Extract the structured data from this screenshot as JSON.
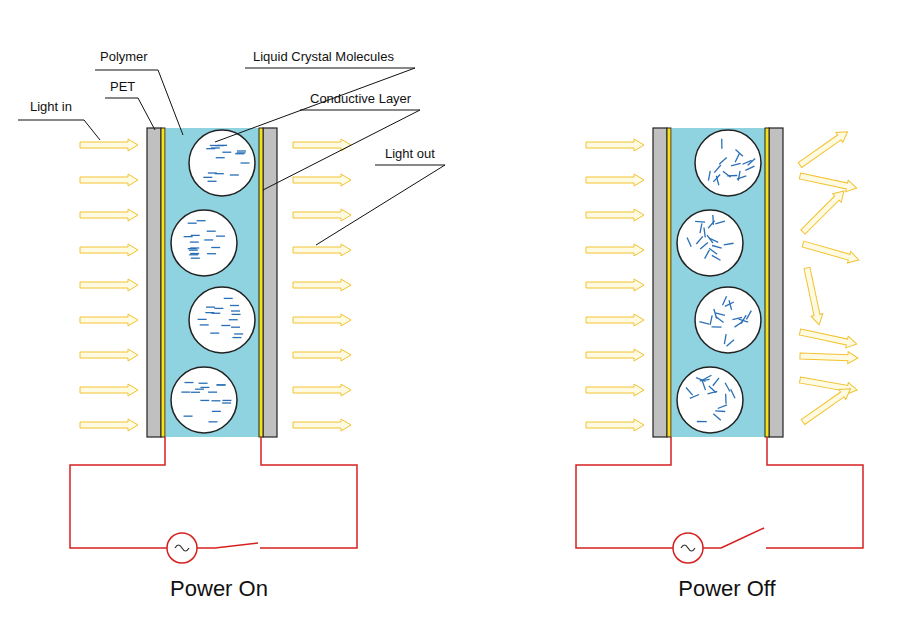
{
  "diagram": {
    "labels": [
      "Polymer",
      "PET",
      "Liquid Crystal Molecules",
      "Conductive Layer",
      "Light in",
      "Light out",
      "Power On",
      "Power Off"
    ]
  }
}
